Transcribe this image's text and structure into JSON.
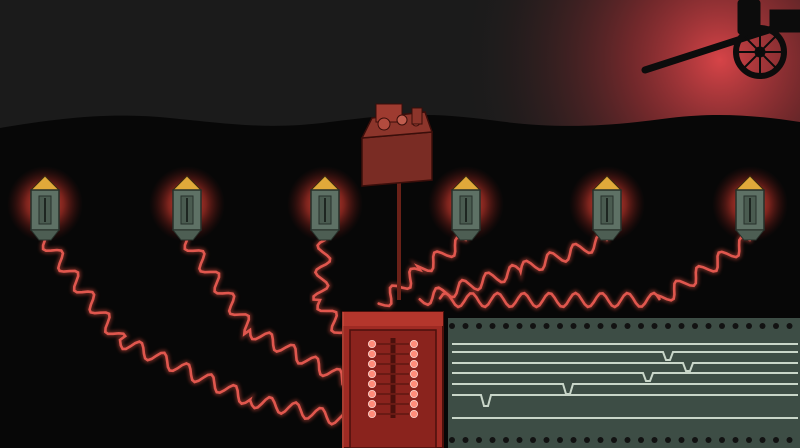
{
  "scene": {
    "colors": {
      "background": "#0b0b0b",
      "sky": "#1c1c1c",
      "sky_glow": "#c0393a",
      "ground": "#070707",
      "wire": "#e0574e",
      "wire_glow": "#ff6a5a",
      "sensor_body": "#5e7165",
      "sensor_cap": "#e0a93a",
      "sensor_glow": "#ff4d3f",
      "device_red": "#9e2a23",
      "device_dark": "#5a1512",
      "box_brown": "#7a2c24",
      "tape_bg": "#3d4d45",
      "tape_line": "#c9d6c9",
      "tape_hole": "#121212",
      "cannon": "#0d0d0d"
    },
    "sensors": [
      {
        "id": "sensor-1"
      },
      {
        "id": "sensor-2"
      },
      {
        "id": "sensor-3"
      },
      {
        "id": "sensor-4"
      },
      {
        "id": "sensor-5"
      },
      {
        "id": "sensor-6"
      }
    ],
    "icons": [
      "cannon-icon",
      "sound-ranging-recorder-icon",
      "field-box-icon",
      "microphone-sensor-icon",
      "film-tape-icon"
    ]
  }
}
